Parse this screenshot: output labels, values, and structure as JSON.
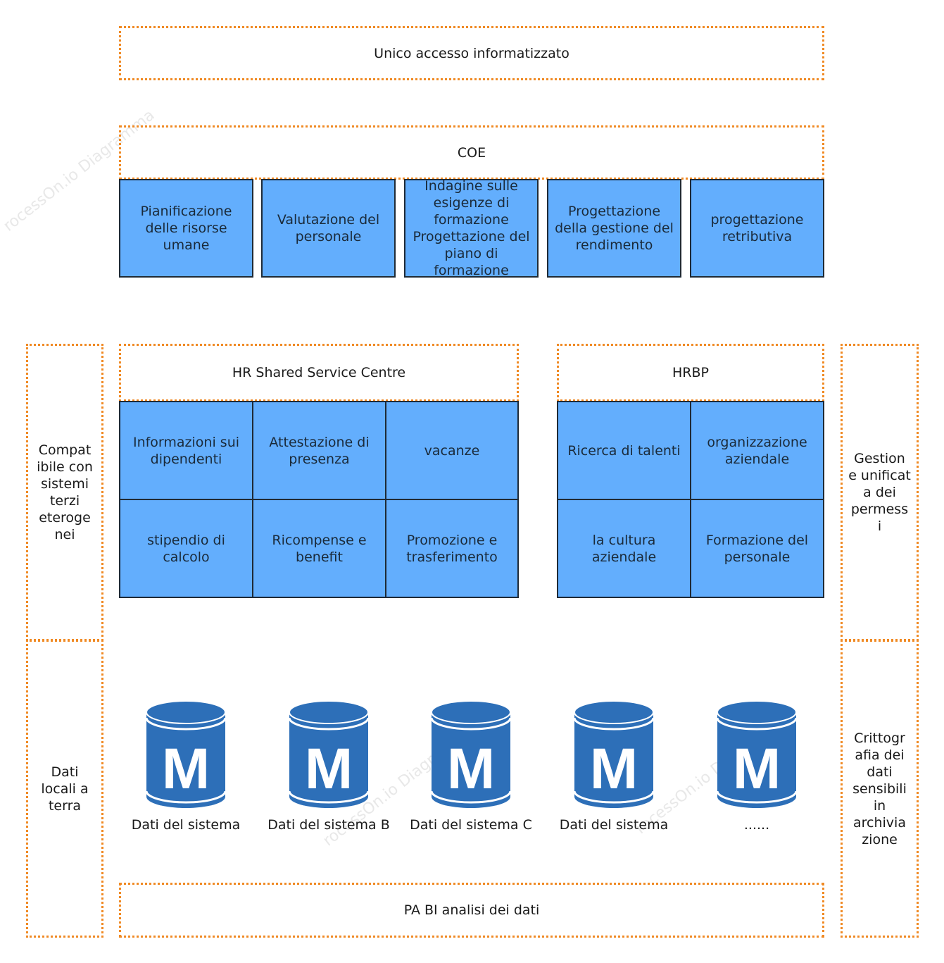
{
  "top": {
    "access": "Unico accesso informatizzato",
    "coe": "COE"
  },
  "coe_boxes": [
    "Pianificazione delle risorse umane",
    "Valutazione del personale",
    "Indagine sulle esigenze di formazione Progettazione del piano di formazione",
    "Progettazione della gestione del rendimento",
    "progettazione retributiva"
  ],
  "sides": {
    "left_top": "Compat ibile con sistemi terzi eteroge nei",
    "left_bottom": "Dati locali a terra",
    "right_top": "Gestion e unificat a dei permess i",
    "right_bottom": "Crittogr afia dei dati sensibili in archivia zione"
  },
  "hrssc": {
    "title": "HR Shared Service Centre",
    "boxes": [
      "Informazioni sui dipendenti",
      "Attestazione di presenza",
      "vacanze",
      "stipendio di calcolo",
      "Ricompense e benefit",
      "Promozione e trasferimento"
    ]
  },
  "hrbp": {
    "title": "HRBP",
    "boxes": [
      "Ricerca di talenti",
      "organizzazione aziendale",
      "la cultura aziendale",
      "Formazione del personale"
    ]
  },
  "databases": {
    "icon_letter": "M",
    "labels": [
      "Dati del sistema",
      "Dati del sistema B",
      "Dati del sistema C",
      "Dati del sistema",
      "......"
    ]
  },
  "bottom": {
    "bi": "PA BI analisi dei dati"
  },
  "colors": {
    "frame": "#f08a24",
    "box": "#63aefd",
    "db": "#2d6fb8"
  }
}
